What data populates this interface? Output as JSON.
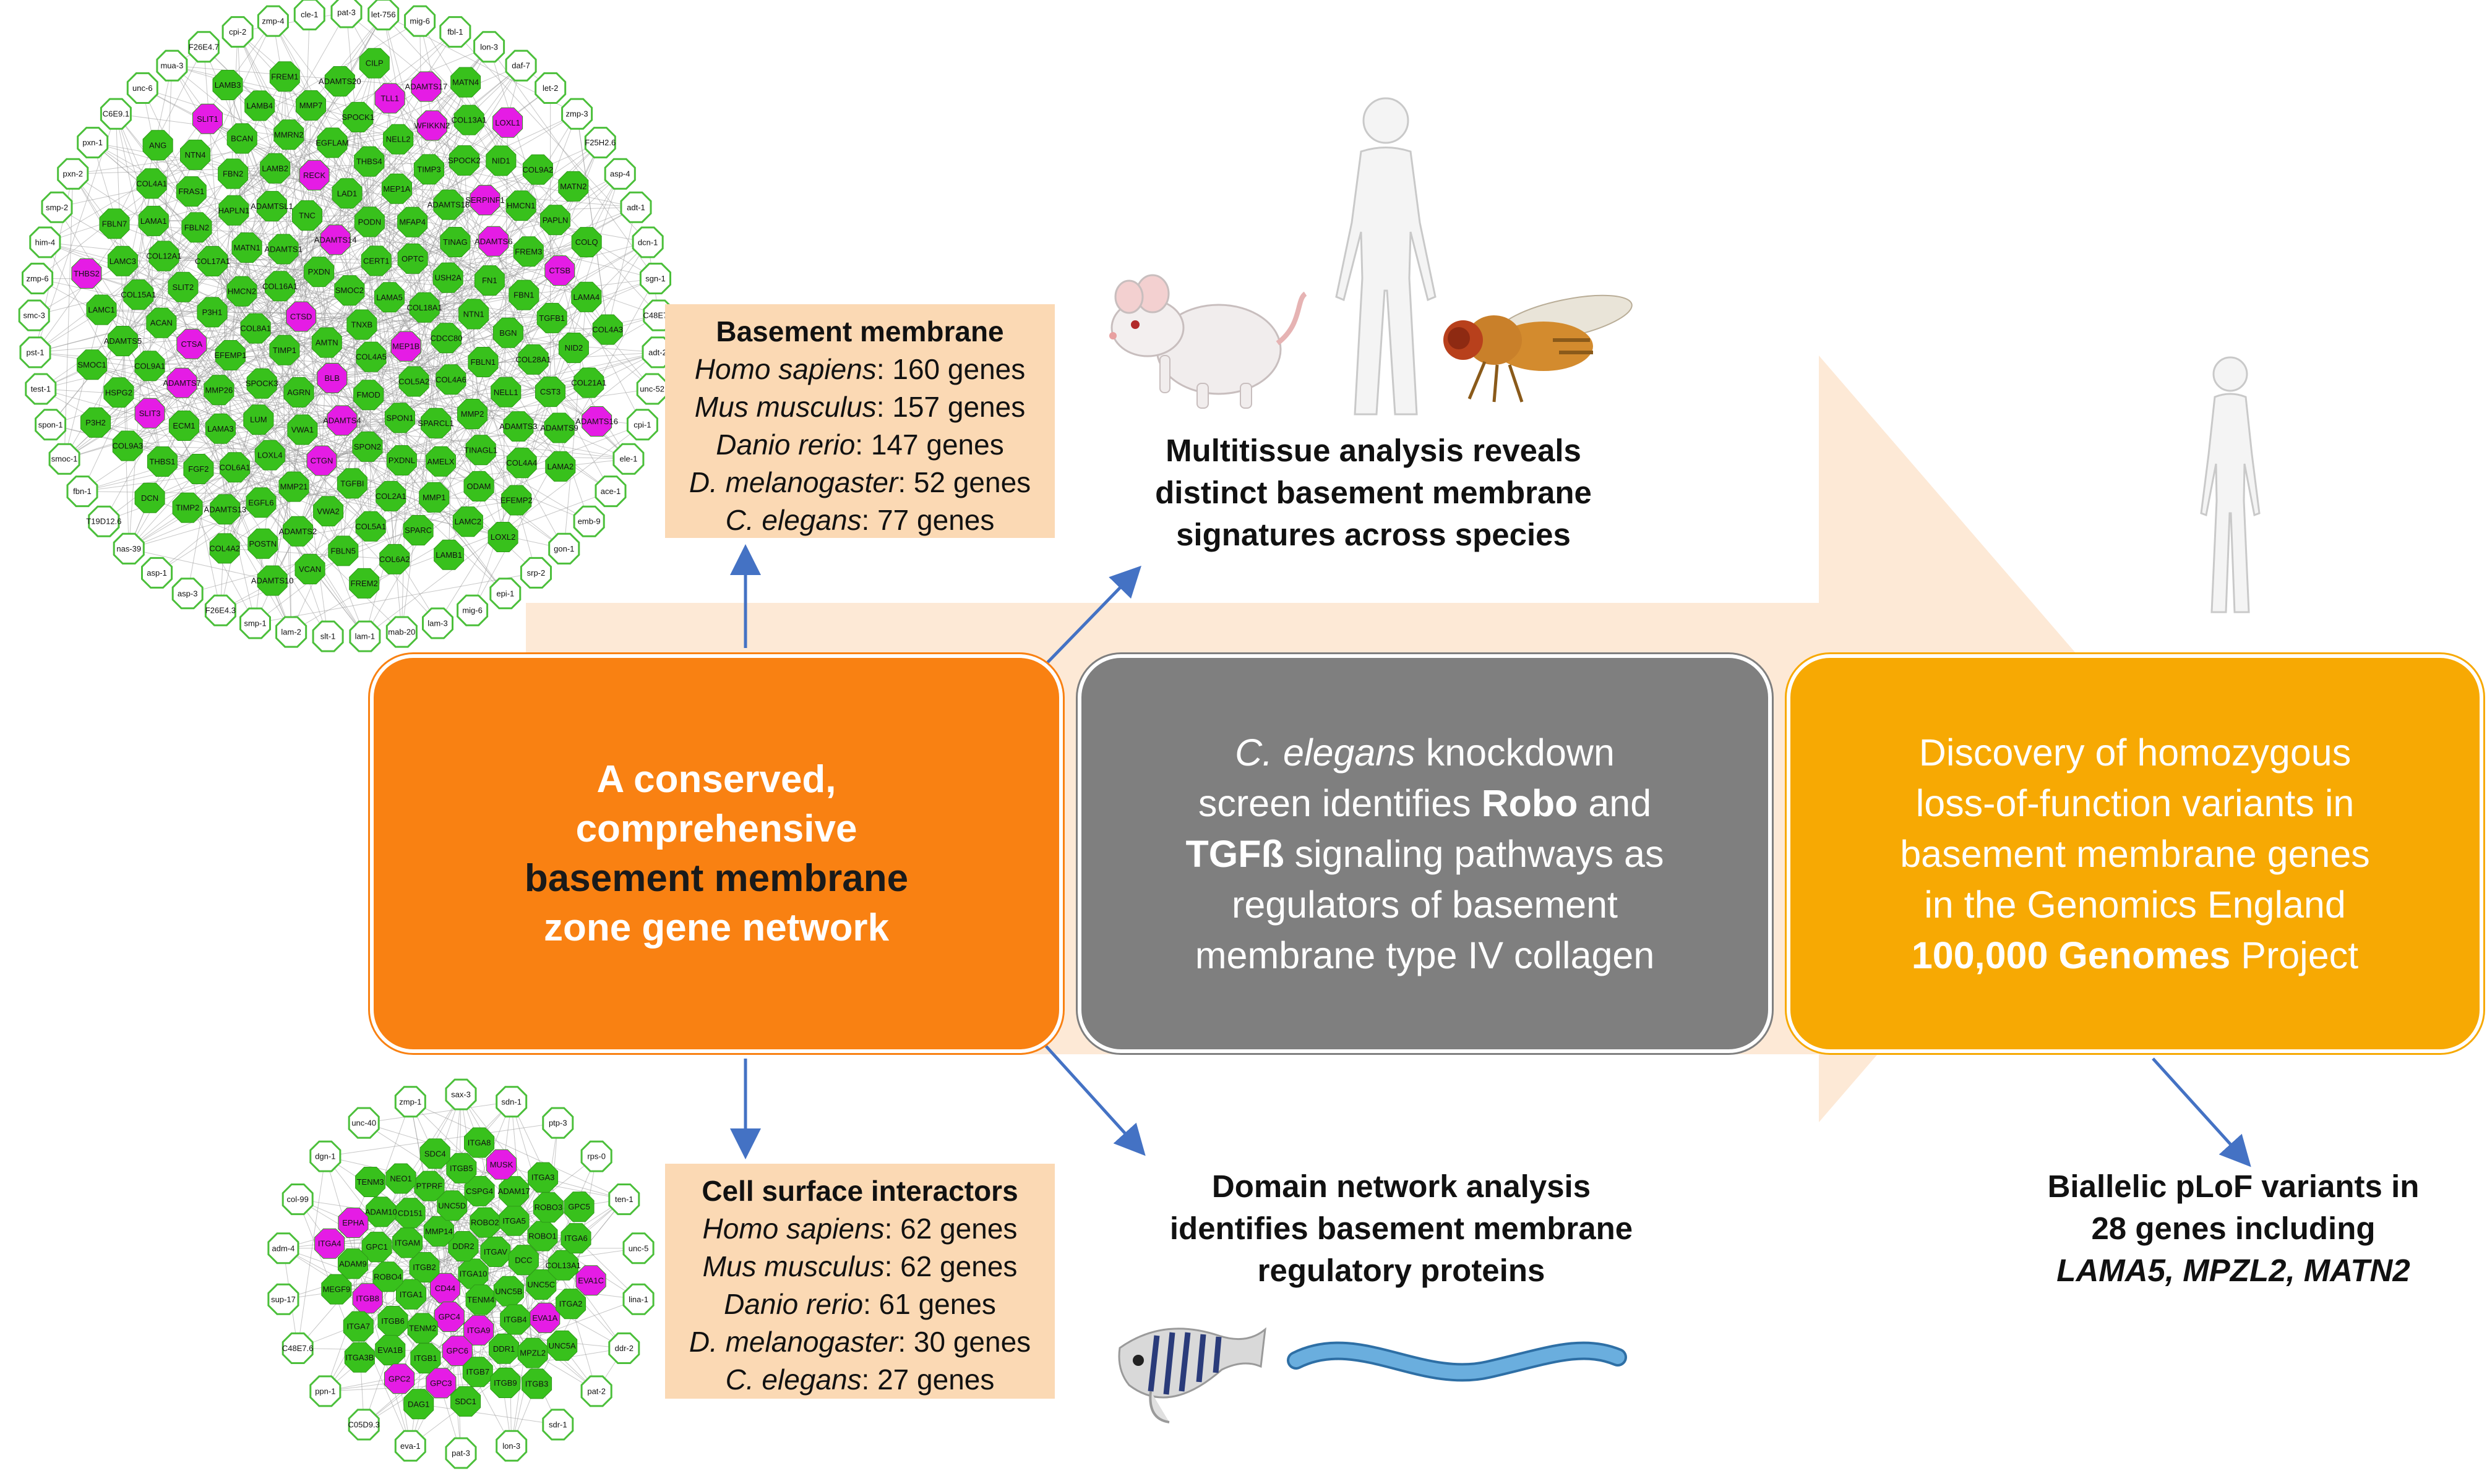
{
  "colors": {
    "bg_arrow": "#fde9d6",
    "orange": "#f98112",
    "gray": "#7f7f7f",
    "amber": "#f7a903",
    "info_box": "#fbd9b4",
    "link_arrow": "#4472c4",
    "node_green": "#38c11c",
    "node_magenta": "#e51ce5",
    "node_white": "#ffffff"
  },
  "icons": {
    "mouse": "mouse-illustration-icon",
    "human": "human-silhouette-icon",
    "fly": "fruit-fly-illustration-icon",
    "fish": "zebrafish-illustration-icon",
    "worm": "nematode-worm-illustration-icon"
  },
  "main_box": {
    "lines": [
      "A conserved,",
      "comprehensive",
      "basement membrane",
      "zone gene network"
    ]
  },
  "center_box": {
    "line1_italic": "C. elegans",
    "line1_rest": " knockdown",
    "line2_pre": "screen identifies ",
    "line2_bold": "Robo",
    "line2_post": " and",
    "line3_bold": "TGFß",
    "line3_rest": " signaling pathways as",
    "line4": "regulators of basement",
    "line5": "membrane type IV collagen"
  },
  "right_box": {
    "line1": "Discovery of homozygous",
    "line2": "loss-of-function variants in",
    "line3": "basement membrane genes",
    "line4": "in the Genomics England",
    "line5_bold": "100,000 Genomes",
    "line5_rest": " Project"
  },
  "bm_box": {
    "header": "Basement membrane",
    "rows": [
      {
        "species": "Homo sapiens",
        "count": ": 160 genes"
      },
      {
        "species": "Mus musculus",
        "count": ": 157 genes"
      },
      {
        "species": "Danio rerio",
        "count": ": 147 genes"
      },
      {
        "species": "D. melanogaster",
        "count": ": 52 genes"
      },
      {
        "species": "C. elegans",
        "count": ": 77 genes"
      }
    ]
  },
  "csi_box": {
    "header": "Cell surface interactors",
    "rows": [
      {
        "species": "Homo sapiens",
        "count": ": 62 genes"
      },
      {
        "species": "Mus musculus",
        "count": ": 62 genes"
      },
      {
        "species": "Danio rerio",
        "count": ": 61 genes"
      },
      {
        "species": "D. melanogaster",
        "count": ": 30 genes"
      },
      {
        "species": "C. elegans",
        "count": ": 27 genes"
      }
    ]
  },
  "captions": {
    "multitissue": [
      "Multitissue analysis reveals",
      "distinct basement membrane",
      "signatures across species"
    ],
    "domain": [
      "Domain network analysis",
      "identifies basement membrane",
      "regulatory proteins"
    ],
    "biallelic_lines": [
      "Biallelic pLoF variants in",
      "28 genes including"
    ],
    "biallelic_genes": "LAMA5, MPZL2, MATN2"
  },
  "network_top": {
    "magenta": [
      "ADAMTS7",
      "SERPINF1",
      "ADAMTS4",
      "CTGN",
      "SLIT3",
      "ADAMTS6",
      "ADAMTS17",
      "RECK",
      "TLL1",
      "WFIKKN2",
      "LOXL1",
      "THBS2",
      "ADAMTS14",
      "CTSA",
      "CTSB",
      "SLIT1",
      "BLB",
      "ADAMTS16",
      "CTSD",
      "MEP1B"
    ],
    "green": [
      "COL4A1",
      "COL4A2",
      "LAMA1",
      "LAMB1",
      "LAMC1",
      "NID1",
      "NID2",
      "HSPG2",
      "AGRN",
      "COL18A1",
      "COL15A1",
      "COL17A1",
      "LAMA2",
      "LAMA3",
      "LAMA4",
      "LAMA5",
      "LAMB2",
      "LAMB3",
      "LAMB4",
      "LAMC2",
      "LAMC3",
      "COL4A3",
      "COL4A4",
      "COL4A5",
      "COL4A6",
      "SPARC",
      "SPARCL1",
      "FBN1",
      "FBN2",
      "FBLN1",
      "FBLN2",
      "FBLN5",
      "EFEMP1",
      "EFEMP2",
      "TNC",
      "TNXB",
      "FN1",
      "VCAN",
      "BGN",
      "DCN",
      "LUM",
      "ADAMTS1",
      "ADAMTS2",
      "ADAMTS3",
      "ADAMTS5",
      "ADAMTS9",
      "ADAMTS10",
      "ADAMTS13",
      "ADAMTS18",
      "ADAMTS20",
      "SMOC1",
      "SMOC2",
      "NELL1",
      "NELL2",
      "MATN1",
      "MATN2",
      "MATN4",
      "MMP1",
      "MMP2",
      "MMP7",
      "MMP21",
      "MMP26",
      "TIMP1",
      "TIMP2",
      "TIMP3",
      "P3H1",
      "P3H2",
      "PXDN",
      "PXDNL",
      "PAPLN",
      "HMCN1",
      "HMCN2",
      "FRAS1",
      "FREM1",
      "FREM2",
      "FREM3",
      "NTN1",
      "NTN4",
      "SPON1",
      "SPON2",
      "SPOCK1",
      "SPOCK2",
      "SPOCK3",
      "THBS1",
      "THBS4",
      "TGFBI",
      "TINAG",
      "TINAGL1",
      "AMTN",
      "ODAM",
      "AMELX",
      "ECM1",
      "ANG",
      "FGF2",
      "CST3",
      "CERT1",
      "COL2A1",
      "COL5A1",
      "COL5A2",
      "COL6A1",
      "COL6A2",
      "COL8A1",
      "COL9A1",
      "COL9A2",
      "COL9A3",
      "COL12A1",
      "COL13A1",
      "COL16A1",
      "COL21A1",
      "COL28A1",
      "LOXL2",
      "LOXL4",
      "FMOD",
      "HAPLN1",
      "ACAN",
      "BCAN",
      "ADAMTSL1",
      "USH2A",
      "CDCC80",
      "OPTC",
      "MFAP4",
      "MEP1A",
      "PODN",
      "VWA1",
      "VWA2",
      "SLIT2",
      "EGFL6",
      "EGFLAM",
      "MMRN2",
      "TGFB1",
      "FBLN7",
      "LAD1",
      "POSTN",
      "CILP",
      "COLQ"
    ],
    "white": [
      "pat-3",
      "let-756",
      "mig-6",
      "fbl-1",
      "lon-3",
      "daf-7",
      "let-2",
      "zmp-3",
      "F25H2.6",
      "asp-4",
      "adt-1",
      "dcn-1",
      "sgn-1",
      "C48E7.6",
      "adt-2",
      "unc-52",
      "cpi-1",
      "ele-1",
      "ace-1",
      "emb-9",
      "gon-1",
      "srp-2",
      "epi-1",
      "mig-6",
      "lam-3",
      "mab-20",
      "lam-1",
      "slt-1",
      "lam-2",
      "smp-1",
      "F26E4.3",
      "asp-3",
      "asp-1",
      "nas-39",
      "T19D12.6",
      "fbn-1",
      "smoc-1",
      "spon-1",
      "test-1",
      "pst-1",
      "smc-3",
      "zmp-6",
      "him-4",
      "smp-2",
      "pxn-2",
      "pxn-1",
      "C6E9.1",
      "unc-6",
      "mua-3",
      "F26E4.7",
      "cpi-2",
      "zmp-4",
      "cle-1"
    ]
  },
  "network_bottom": {
    "magenta": [
      "GPC4",
      "GPC6",
      "GPC3",
      "GPC2",
      "EVA1C",
      "EVA1A",
      "ITGA4",
      "MUSK",
      "ITGB8",
      "ITGA9",
      "CD44",
      "EPHA"
    ],
    "green": [
      "ITGB1",
      "ITGB2",
      "ITGB3",
      "ITGB4",
      "ITGB5",
      "ITGB6",
      "ITGB7",
      "ITGA1",
      "ITGA2",
      "ITGA3",
      "ITGA5",
      "ITGA6",
      "ITGA7",
      "ITGA8",
      "ITGAV",
      "ITGA10",
      "ITGA3B",
      "ITGAM",
      "DAG1",
      "SDC1",
      "SDC4",
      "GPC1",
      "GPC5",
      "ROBO1",
      "ROBO2",
      "ROBO3",
      "ROBO4",
      "UNC5A",
      "UNC5B",
      "UNC5C",
      "UNC5D",
      "DCC",
      "NEO1",
      "DDR1",
      "DDR2",
      "TENM2",
      "TENM3",
      "TENM4",
      "ADAM9",
      "ADAM10",
      "ADAM17",
      "CD151",
      "CSPG4",
      "MPZL2",
      "PTPRF",
      "MMP14",
      "MEGF9",
      "COL13A1",
      "EVA1B",
      "ITGB9"
    ],
    "white": [
      "sax-3",
      "sdn-1",
      "ptp-3",
      "rps-0",
      "ten-1",
      "unc-5",
      "lina-1",
      "ddr-2",
      "pat-2",
      "sdr-1",
      "lon-3",
      "pat-3",
      "eva-1",
      "C05D9.3",
      "ppn-1",
      "C48E7.6",
      "sup-17",
      "adm-4",
      "col-99",
      "dgn-1",
      "unc-40",
      "zmp-1"
    ]
  }
}
